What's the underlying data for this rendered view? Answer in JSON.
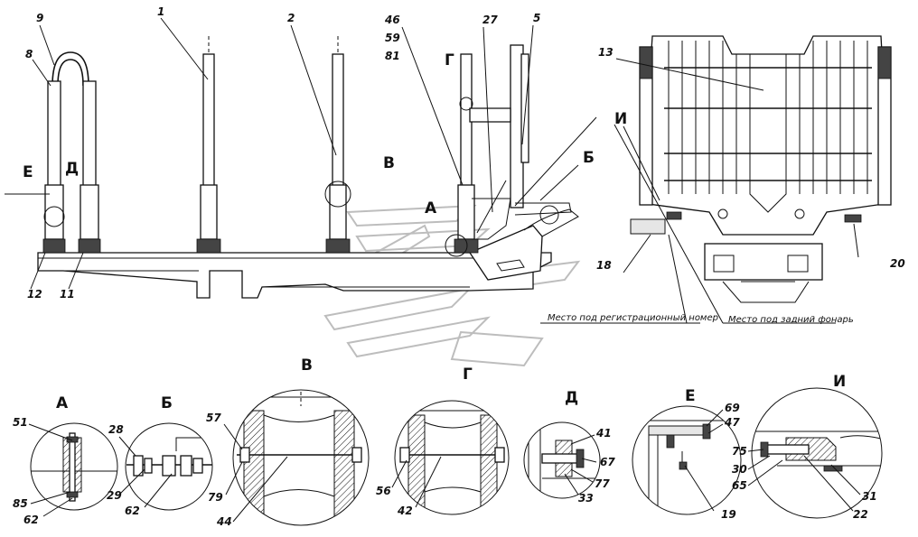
{
  "main_callouts": [
    {
      "id": "9",
      "text": "9"
    },
    {
      "id": "8",
      "text": "8"
    },
    {
      "id": "1",
      "text": "1"
    },
    {
      "id": "2",
      "text": "2"
    },
    {
      "id": "46",
      "text": "46"
    },
    {
      "id": "59",
      "text": "59"
    },
    {
      "id": "81",
      "text": "81"
    },
    {
      "id": "27",
      "text": "27"
    },
    {
      "id": "5",
      "text": "5"
    },
    {
      "id": "13",
      "text": "13"
    },
    {
      "id": "12",
      "text": "12"
    },
    {
      "id": "11",
      "text": "11"
    },
    {
      "id": "18",
      "text": "18"
    },
    {
      "id": "20",
      "text": "20"
    }
  ],
  "main_views": {
    "E": "Е",
    "D": "Д",
    "V": "В",
    "G": "Г",
    "A": "А",
    "B": "Б",
    "I": "И"
  },
  "notes": {
    "reg_plate": "Место под регистрационный номер",
    "rear_lamp": "Место под задний фонарь"
  },
  "details": {
    "A": {
      "title": "А",
      "labels": [
        "51",
        "85",
        "62"
      ]
    },
    "B": {
      "title": "Б",
      "labels": [
        "28",
        "29",
        "62"
      ]
    },
    "V": {
      "title": "В",
      "labels": [
        "57",
        "79",
        "44"
      ]
    },
    "G": {
      "title": "Г",
      "labels": [
        "56",
        "42"
      ]
    },
    "D": {
      "title": "Д",
      "labels": [
        "41",
        "67",
        "77",
        "33"
      ]
    },
    "E": {
      "title": "Е",
      "labels": [
        "69",
        "47",
        "19"
      ]
    },
    "I": {
      "title": "И",
      "labels": [
        "75",
        "30",
        "65",
        "31",
        "22"
      ]
    }
  }
}
